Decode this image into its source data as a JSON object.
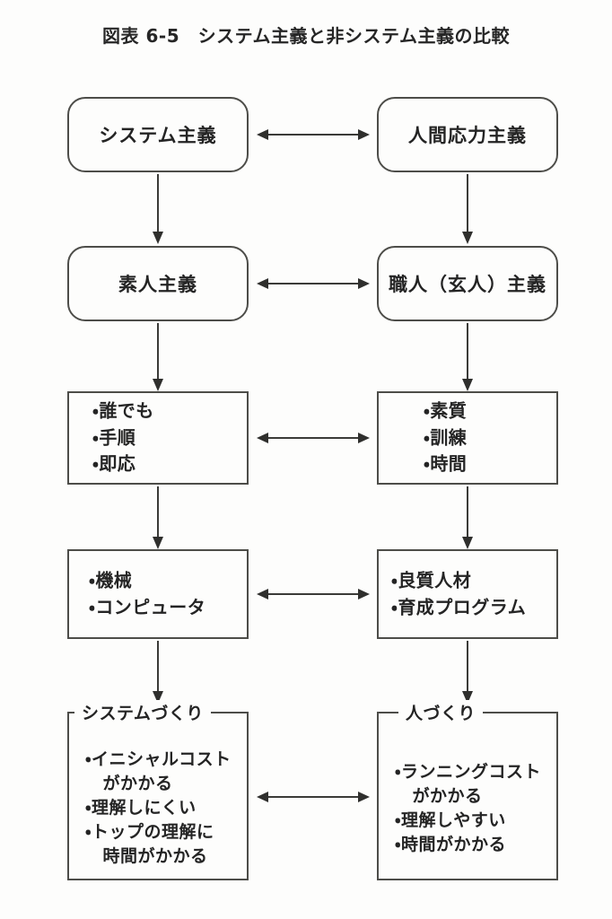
{
  "figure": {
    "title": "図表 6-5　システム主義と非システム主義の比較",
    "line_color": "#4d4d49",
    "text_color": "#242424",
    "background": "#fdfdfc"
  },
  "columns": {
    "left_heading": "システム主義",
    "right_heading": "人間応力主義"
  },
  "rows": [
    {
      "shape": "rounded",
      "left": {
        "label": "システム主義"
      },
      "right": {
        "label": "人間応力主義"
      },
      "link": "double-arrow"
    },
    {
      "shape": "rounded",
      "left": {
        "label": "素人主義"
      },
      "right": {
        "label": "職人（玄人）主義"
      },
      "link": "double-arrow"
    },
    {
      "shape": "square",
      "left": {
        "bullets": [
          "誰でも",
          "手順",
          "即応"
        ]
      },
      "right": {
        "bullets": [
          "素質",
          "訓練",
          "時間"
        ]
      },
      "link": "double-arrow"
    },
    {
      "shape": "square",
      "left": {
        "bullets": [
          "機械",
          "コンピュータ"
        ]
      },
      "right": {
        "bullets": [
          "良質人材",
          "育成プログラム"
        ]
      },
      "link": "double-arrow"
    },
    {
      "shape": "legend",
      "left": {
        "title": "システムづくり",
        "bullets": [
          [
            "イニシャルコスト",
            "がかかる"
          ],
          [
            "理解しにくい"
          ],
          [
            "トップの理解に",
            "時間がかかる"
          ]
        ]
      },
      "right": {
        "title": "人づくり",
        "bullets": [
          [
            "ランニングコスト",
            "がかかる"
          ],
          [
            "理解しやすい"
          ],
          [
            "時間がかかる"
          ]
        ]
      },
      "link": "double-arrow"
    }
  ],
  "connectors": {
    "vertical_label": "down-arrow",
    "horizontal_label": "double-headed-arrow"
  }
}
